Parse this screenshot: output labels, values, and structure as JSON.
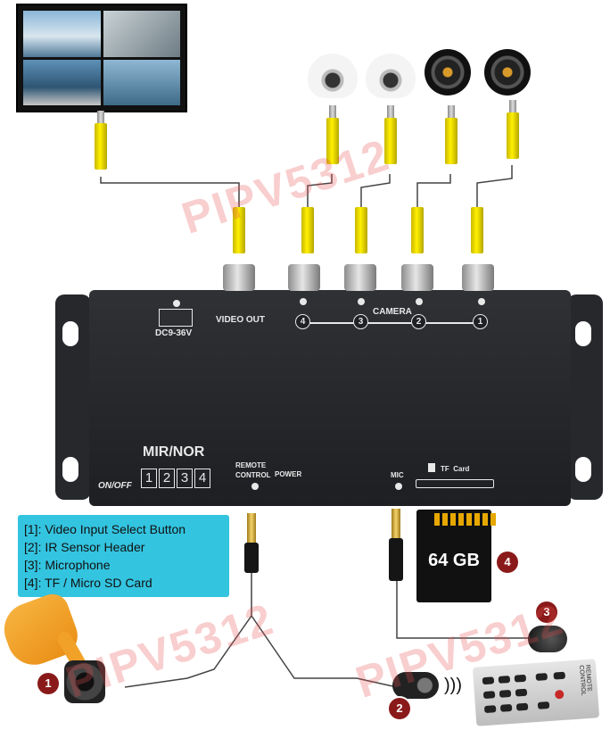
{
  "watermark": "PIPV5312",
  "device": {
    "power_label": "DC9-36V",
    "video_out_label": "VIDEO OUT",
    "camera_label": "CAMERA",
    "camera_numbers": [
      "4",
      "3",
      "2",
      "1"
    ],
    "mir_nor_label": "MIR/NOR",
    "on_off_label": "ON/OFF",
    "dip_numbers": [
      "1",
      "2",
      "3",
      "4"
    ],
    "remote_control_label": "REMOTE\nCONTROL",
    "power_text": "POWER",
    "mic_label": "MIC",
    "tf_card_label": "TF  Card"
  },
  "legend": {
    "items": [
      "[1]: Video Input Select Button",
      "[2]: IR Sensor Header",
      "[3]: Microphone",
      "[4]: TF / Micro SD Card"
    ]
  },
  "sd_card": {
    "capacity": "64 GB"
  },
  "badges": [
    "1",
    "2",
    "3",
    "4"
  ],
  "remote": {
    "label": "REMOTE CONTROL"
  },
  "colors": {
    "legend_bg": "#33c4e0",
    "badge": "#8a1a1a",
    "plug": "#fff000",
    "watermark": "#e65050"
  }
}
